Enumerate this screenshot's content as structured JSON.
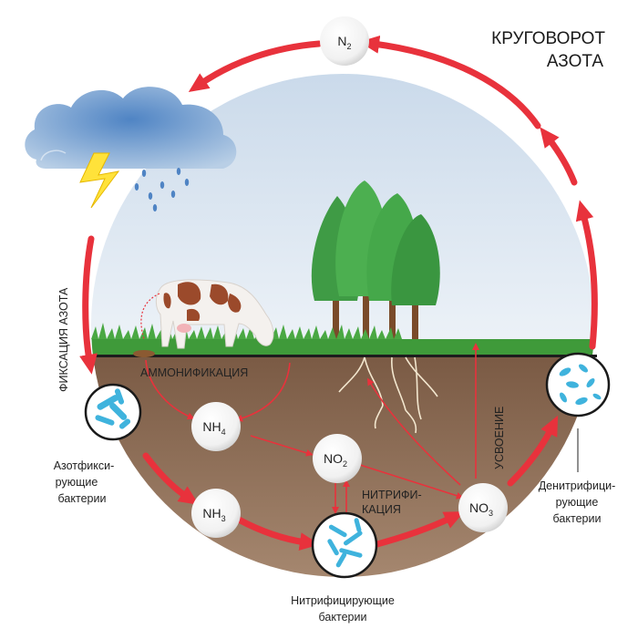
{
  "title": {
    "line1": "КРУГОВОРОТ",
    "line2": "АЗОТА"
  },
  "nodes": {
    "n2": {
      "main": "N",
      "sub": "2"
    },
    "nh4": {
      "main": "NH",
      "sub": "4"
    },
    "nh3": {
      "main": "NH",
      "sub": "3"
    },
    "no2": {
      "main": "NO",
      "sub": "2"
    },
    "no3": {
      "main": "NO",
      "sub": "3"
    }
  },
  "processes": {
    "fixation": "ФИКСАЦИЯ АЗОТА",
    "ammonification": "АММОНИФИКАЦИЯ",
    "nitrification_line1": "НИТРИФИ-",
    "nitrification_line2": "КАЦИЯ",
    "assimilation": "УСВОЕНИЕ"
  },
  "bacteria": {
    "fixing": {
      "line1": "Азотфикси-",
      "line2": "рующие",
      "line3": "бактерии"
    },
    "nitrifying": {
      "line1": "Нитрифицирующие",
      "line2": "бактерии"
    },
    "denitrifying": {
      "line1": "Денитрифици-",
      "line2": "рующие",
      "line3": "бактерии"
    }
  },
  "colors": {
    "arrow": "#e8323c",
    "sky": "#dde8f2",
    "soil": "#8a6a52",
    "grass": "#3f9a3a",
    "tree": "#4caf50",
    "bacteria": "#3fb3dd"
  }
}
